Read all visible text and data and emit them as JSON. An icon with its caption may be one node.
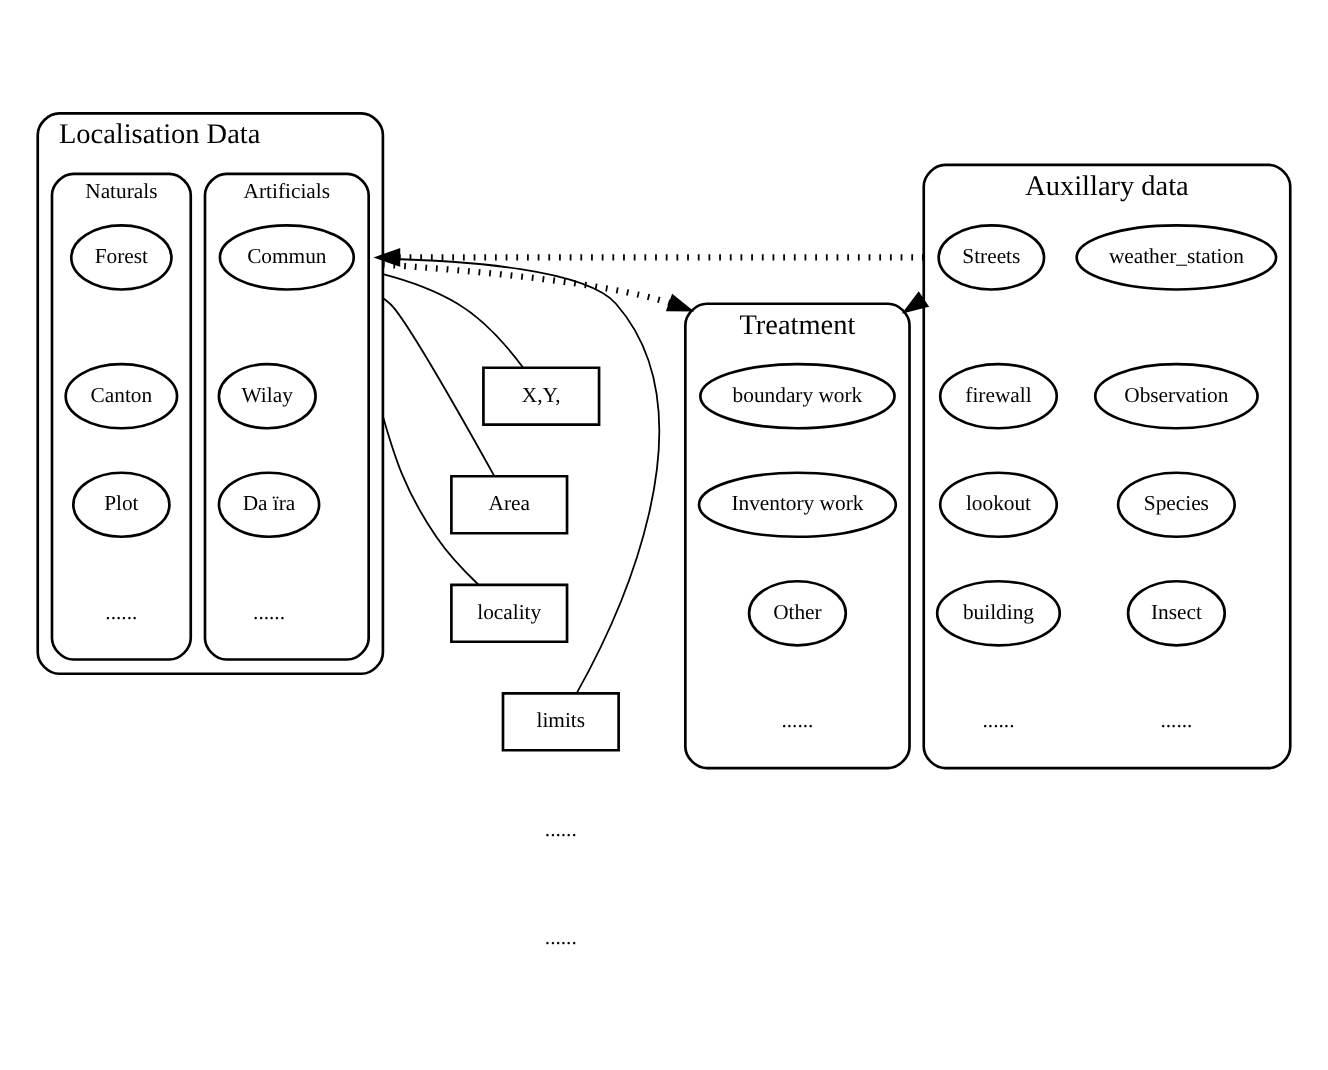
{
  "diagram": {
    "nodes": [
      {
        "text": [
          "Localisation Data"
        ]
      },
      {
        "text": [
          "Artificials"
        ],
        "in": 0
      },
      {
        "text": [
          "Commun"
        ],
        "in": 1
      },
      {
        "text": [
          "Wilay"
        ],
        "in": 1
      },
      {
        "text": [
          "Da ïra"
        ],
        "in": 1
      },
      {
        "text": [
          "Naturals"
        ],
        "in": 0
      },
      {
        "text": [
          "Forest"
        ],
        "in": 5
      },
      {
        "text": [
          "Canton"
        ],
        "in": 5
      },
      {
        "text": [
          "Plot"
        ],
        "in": 5
      },
      {
        "text": [
          "X,Y,"
        ]
      },
      {
        "text": [
          "Area"
        ]
      },
      {
        "text": [
          "locality"
        ]
      },
      {
        "text": [
          "limits"
        ]
      },
      {
        "text": [
          "Auxillary data"
        ]
      },
      {
        "text": [
          "Streets"
        ],
        "in": 13
      },
      {
        "text": [
          "weather_station"
        ],
        "in": 13
      },
      {
        "text": [
          "firewall"
        ],
        "in": 13
      },
      {
        "text": [
          "Observation"
        ],
        "in": 13
      },
      {
        "text": [
          "lookout"
        ],
        "in": 13
      },
      {
        "text": [
          "Species"
        ],
        "in": 13
      },
      {
        "text": [
          "building"
        ],
        "in": 13
      },
      {
        "text": [
          "Insect"
        ],
        "in": 13
      },
      {
        "text": [
          "Treatment"
        ]
      },
      {
        "text": [
          "boundary work"
        ],
        "in": 22
      },
      {
        "text": [
          "Inventory work"
        ],
        "in": 22
      },
      {
        "text": [
          "Other"
        ],
        "in": 22
      }
    ],
    "edges": [
      {
        "from": 0,
        "to": 9,
        "arrow": "none"
      },
      {
        "from": 0,
        "to": 10,
        "arrow": "none"
      },
      {
        "from": 0,
        "to": 11,
        "arrow": "none"
      },
      {
        "from": 0,
        "to": 12,
        "arrow": "none"
      },
      {
        "from": 13,
        "to": 0,
        "arrow": "to",
        "style": "dashed"
      },
      {
        "from": 0,
        "to": 22,
        "arrow": "to",
        "style": "dashed"
      },
      {
        "from": 13,
        "to": 22,
        "arrow": "to",
        "style": "dashed"
      }
    ],
    "labels": [
      "......",
      "......",
      "......",
      "......",
      "......",
      "......",
      "......"
    ]
  }
}
